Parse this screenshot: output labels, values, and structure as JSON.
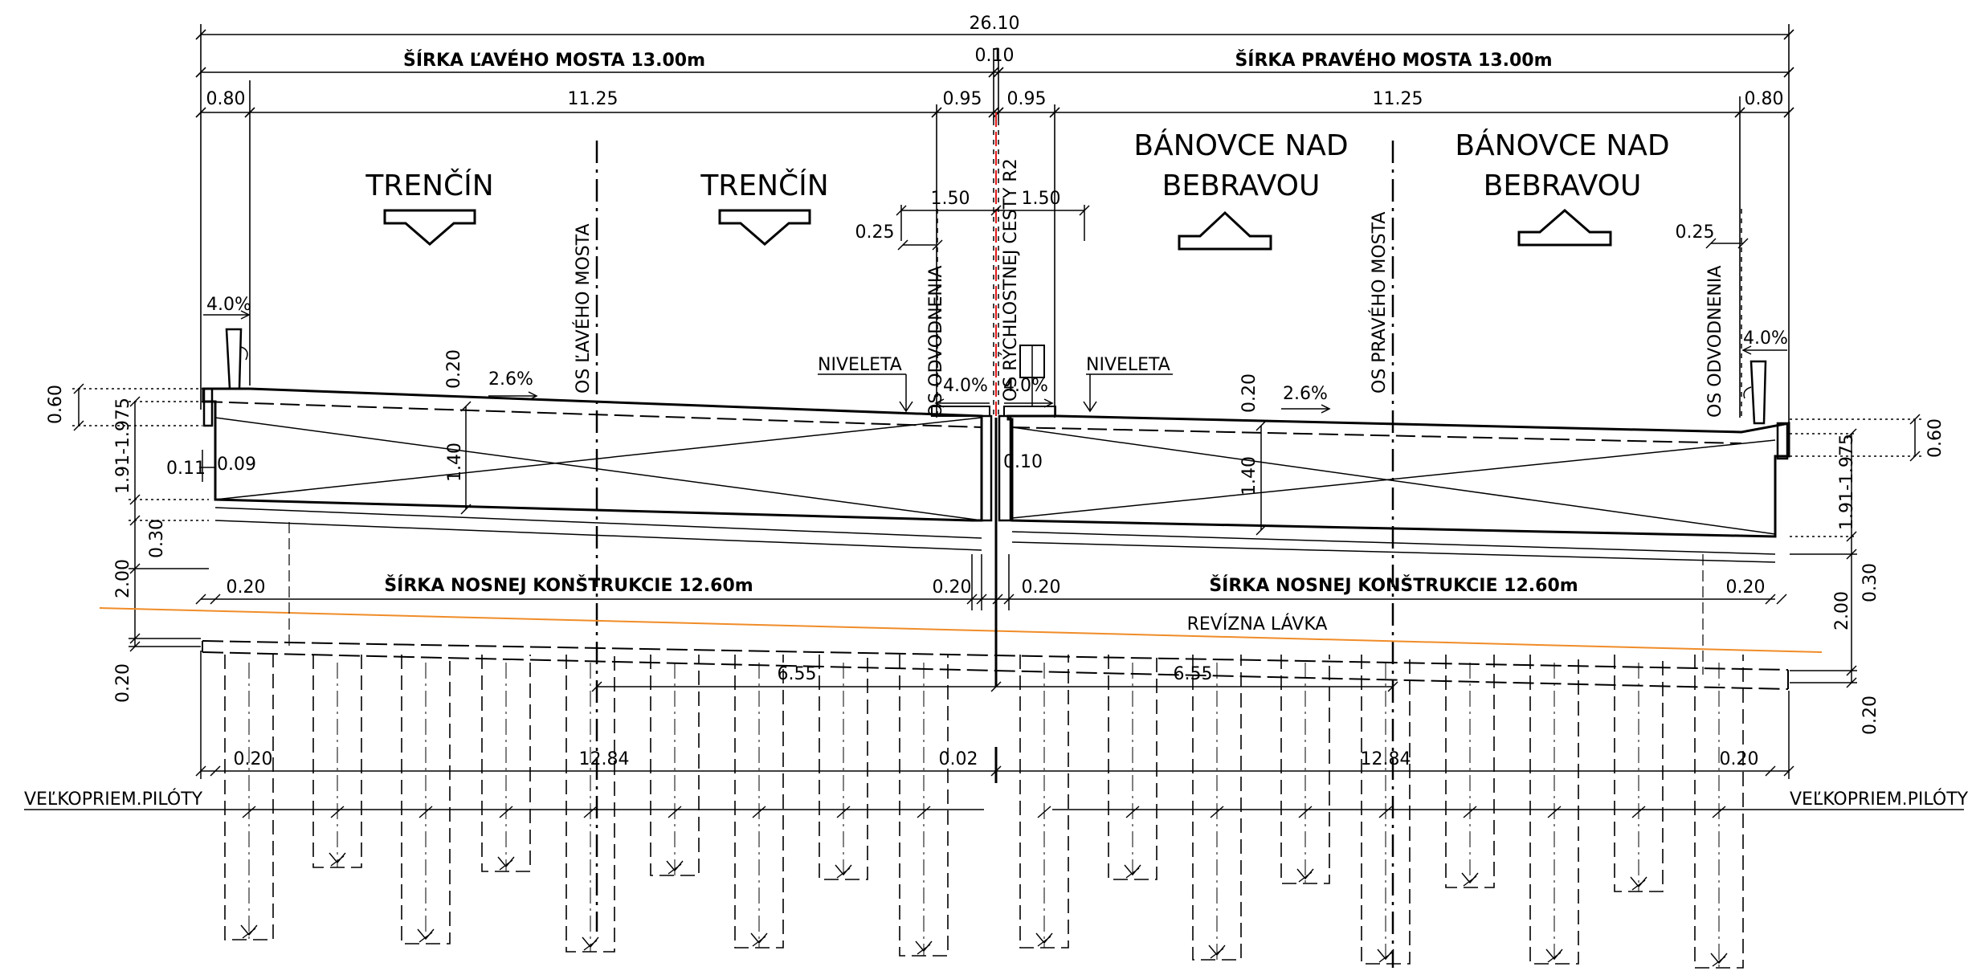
{
  "texts": {
    "overall_width": "26.10",
    "left_bridge_width": "ŠÍRKA ĽAVÉHO MOSTA  13.00m",
    "right_bridge_width": "ŠÍRKA PRAVÉHO MOSTA  13.00m",
    "gap_top": "0.10",
    "l_edge": "0.80",
    "l_main": "11.25",
    "l_inner": "0.95",
    "r_inner": "0.95",
    "r_main": "11.25",
    "r_edge": "0.80",
    "dir_left_1": "TRENČÍN",
    "dir_left_2": "TRENČÍN",
    "dir_right_1_line1": "BÁNOVCE NAD",
    "dir_right_1_line2": "BEBRAVOU",
    "dir_right_2_line1": "BÁNOVCE NAD",
    "dir_right_2_line2": "BEBRAVOU",
    "axis_left_bridge": "OS ĽAVÉHO MOSTA",
    "axis_right_bridge": "OS PRAVÉHO MOSTA",
    "axis_road": "OS RÝCHLOSTNEJ CESTY R2",
    "axis_drain_left": "OS ODVODNENIA",
    "axis_drain_right": "OS ODVODNENIA",
    "med_l": "1.50",
    "med_r": "1.50",
    "off_l": "0.25",
    "off_r": "0.25",
    "niveleta_l": "NIVELETA",
    "niveleta_r": "NIVELETA",
    "slope_l_out": "4.0%",
    "slope_l_in": "4.0%",
    "slope_r_in": "4.0%",
    "slope_r_out": "4.0%",
    "cross_l": "2.6%",
    "cross_r": "2.6%",
    "thk_l": "0.20",
    "thk_r": "0.20",
    "depth_l": "1.40",
    "depth_r": "1.40",
    "cap_l": "0.60",
    "cap_r": "0.60",
    "range_l": "1.91-1.975",
    "range_r": "1.91-1.975",
    "d011": "0.11",
    "d009": "0.09",
    "d010": "0.10",
    "left_030": "0.30",
    "left_200": "2.00",
    "left_020": "0.20",
    "right_030": "0.30",
    "right_200": "2.00",
    "right_020": "0.20",
    "deck_l": "ŠÍRKA NOSNEJ KONŠTRUKCIE  12.60m",
    "deck_r": "ŠÍRKA NOSNEJ KONŠTRUKCIE  12.60m",
    "dl_a": "0.20",
    "dl_b": "0.20",
    "dr_a": "0.20",
    "dr_b": "0.20",
    "walkway": "REVÍZNA LÁVKA",
    "half_l": "6.55",
    "half_r": "6.55",
    "bl_a": "0.20",
    "bl_b": "12.84",
    "bl_c": "0.02",
    "br_a": "12.84",
    "br_b": "0.20",
    "piles_l": "VEĽKOPRIEM.PILÓTY",
    "piles_r": "VEĽKOPRIEM.PILÓTY"
  },
  "colors": {
    "line": "#000000",
    "orange_line": "#f08c28",
    "red_axis": "#e01818"
  }
}
